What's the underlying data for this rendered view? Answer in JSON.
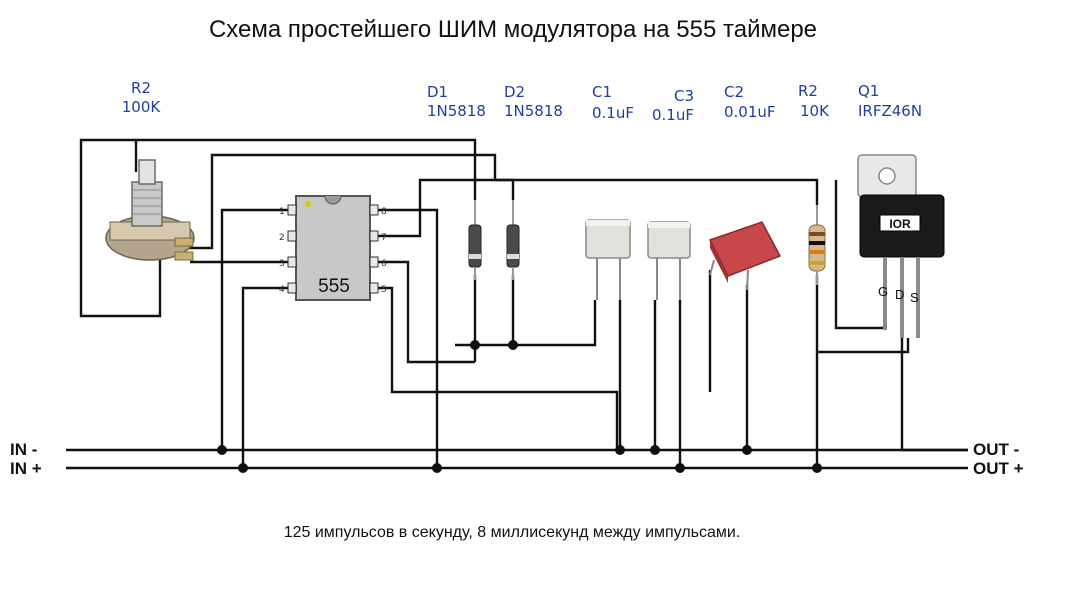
{
  "title": "Схема простейшего ШИМ модулятора на 555 таймере",
  "components": [
    {
      "ref": "R2",
      "value": "100K"
    },
    {
      "ref": "D1",
      "value": "1N5818"
    },
    {
      "ref": "D2",
      "value": "1N5818"
    },
    {
      "ref": "C1",
      "value": "0.1uF"
    },
    {
      "ref": "C3",
      "value": "0.1uF"
    },
    {
      "ref": "C2",
      "value": "0.01uF"
    },
    {
      "ref": "R2",
      "value": "10K"
    },
    {
      "ref": "Q1",
      "value": "IRFZ46N"
    }
  ],
  "ic": {
    "label": "555",
    "pins_left": [
      "1",
      "2",
      "3",
      "4"
    ],
    "pins_right": [
      "8",
      "7",
      "6",
      "5"
    ]
  },
  "mosfet": {
    "logo": "IOR",
    "pins": [
      "G",
      "D",
      "S"
    ]
  },
  "bus": {
    "in_minus": "IN -",
    "in_plus": "IN +",
    "out_minus": "OUT -",
    "out_plus": "OUT +"
  },
  "caption": "125 импульсов  в секунду, 8 миллисекунд между импульсами.",
  "colors": {
    "label_blue": "#1f3f9f",
    "wire": "#111111",
    "cap_red": "#c8474a",
    "cap_grey": "#e2e0da"
  }
}
